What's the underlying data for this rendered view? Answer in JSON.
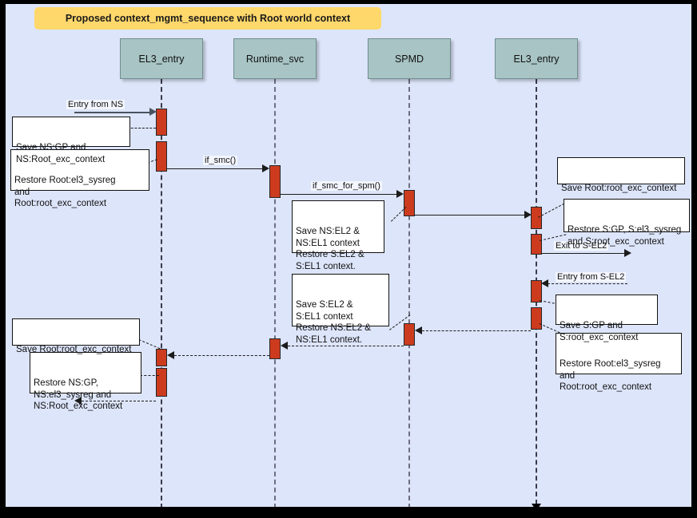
{
  "diagram": {
    "title": "Proposed context_mgmt_sequence with Root world context",
    "type": "uml-sequence-diagram",
    "background_color": "#dde5fa",
    "title_banner_color": "#ffd86b",
    "participant_color": "#a8c4c4",
    "activation_color": "#cd3b1e"
  },
  "participants": [
    {
      "id": "el3_entry_left",
      "label": "EL3_entry"
    },
    {
      "id": "runtime_svc",
      "label": "Runtime_svc"
    },
    {
      "id": "spmd",
      "label": "SPMD"
    },
    {
      "id": "el3_entry_right",
      "label": "EL3_entry"
    }
  ],
  "messages": [
    {
      "id": "m1",
      "label": "Entry from NS",
      "style": "solid",
      "direction": "right"
    },
    {
      "id": "m2",
      "label": "if_smc()",
      "style": "solid",
      "direction": "right"
    },
    {
      "id": "m3",
      "label": "if_smc_for_spm()",
      "style": "solid",
      "direction": "right"
    },
    {
      "id": "m4",
      "label": "",
      "style": "solid",
      "direction": "right"
    },
    {
      "id": "m5",
      "label": "Exit to S-EL2",
      "style": "solid",
      "direction": "right"
    },
    {
      "id": "m6",
      "label": "Entry from S-EL2",
      "style": "dashed",
      "direction": "left"
    },
    {
      "id": "m7",
      "label": "",
      "style": "dashed",
      "direction": "left"
    },
    {
      "id": "m8",
      "label": "",
      "style": "dashed",
      "direction": "left"
    },
    {
      "id": "m9",
      "label": "",
      "style": "dashed",
      "direction": "left"
    }
  ],
  "notes": [
    {
      "id": "n1",
      "text": "Save NS:GP and\nNS:Root_exc_context"
    },
    {
      "id": "n2",
      "text": "Restore Root:el3_sysreg\nand\nRoot:root_exc_context"
    },
    {
      "id": "n3",
      "text": "Save NS:EL2 &\nNS:EL1 context\nRestore S:EL2 &\nS:EL1 context."
    },
    {
      "id": "n4",
      "text": "Save S:EL2 &\nS:EL1 context\nRestore NS:EL2 &\nNS:EL1 context."
    },
    {
      "id": "n5",
      "text": "Save Root:root_exc_context"
    },
    {
      "id": "n6",
      "text": "Restore S:GP, S:el3_sysreg\nand S:root_exc_context"
    },
    {
      "id": "n7",
      "text": "Save S:GP and\nS:root_exc_context"
    },
    {
      "id": "n8",
      "text": "Restore Root:el3_sysreg\nand\nRoot:root_exc_context"
    },
    {
      "id": "n9",
      "text": "Save Root:root_exc_context"
    },
    {
      "id": "n10",
      "text": "Restore NS:GP,\nNS:el3_sysreg and\nNS:Root_exc_context"
    }
  ]
}
